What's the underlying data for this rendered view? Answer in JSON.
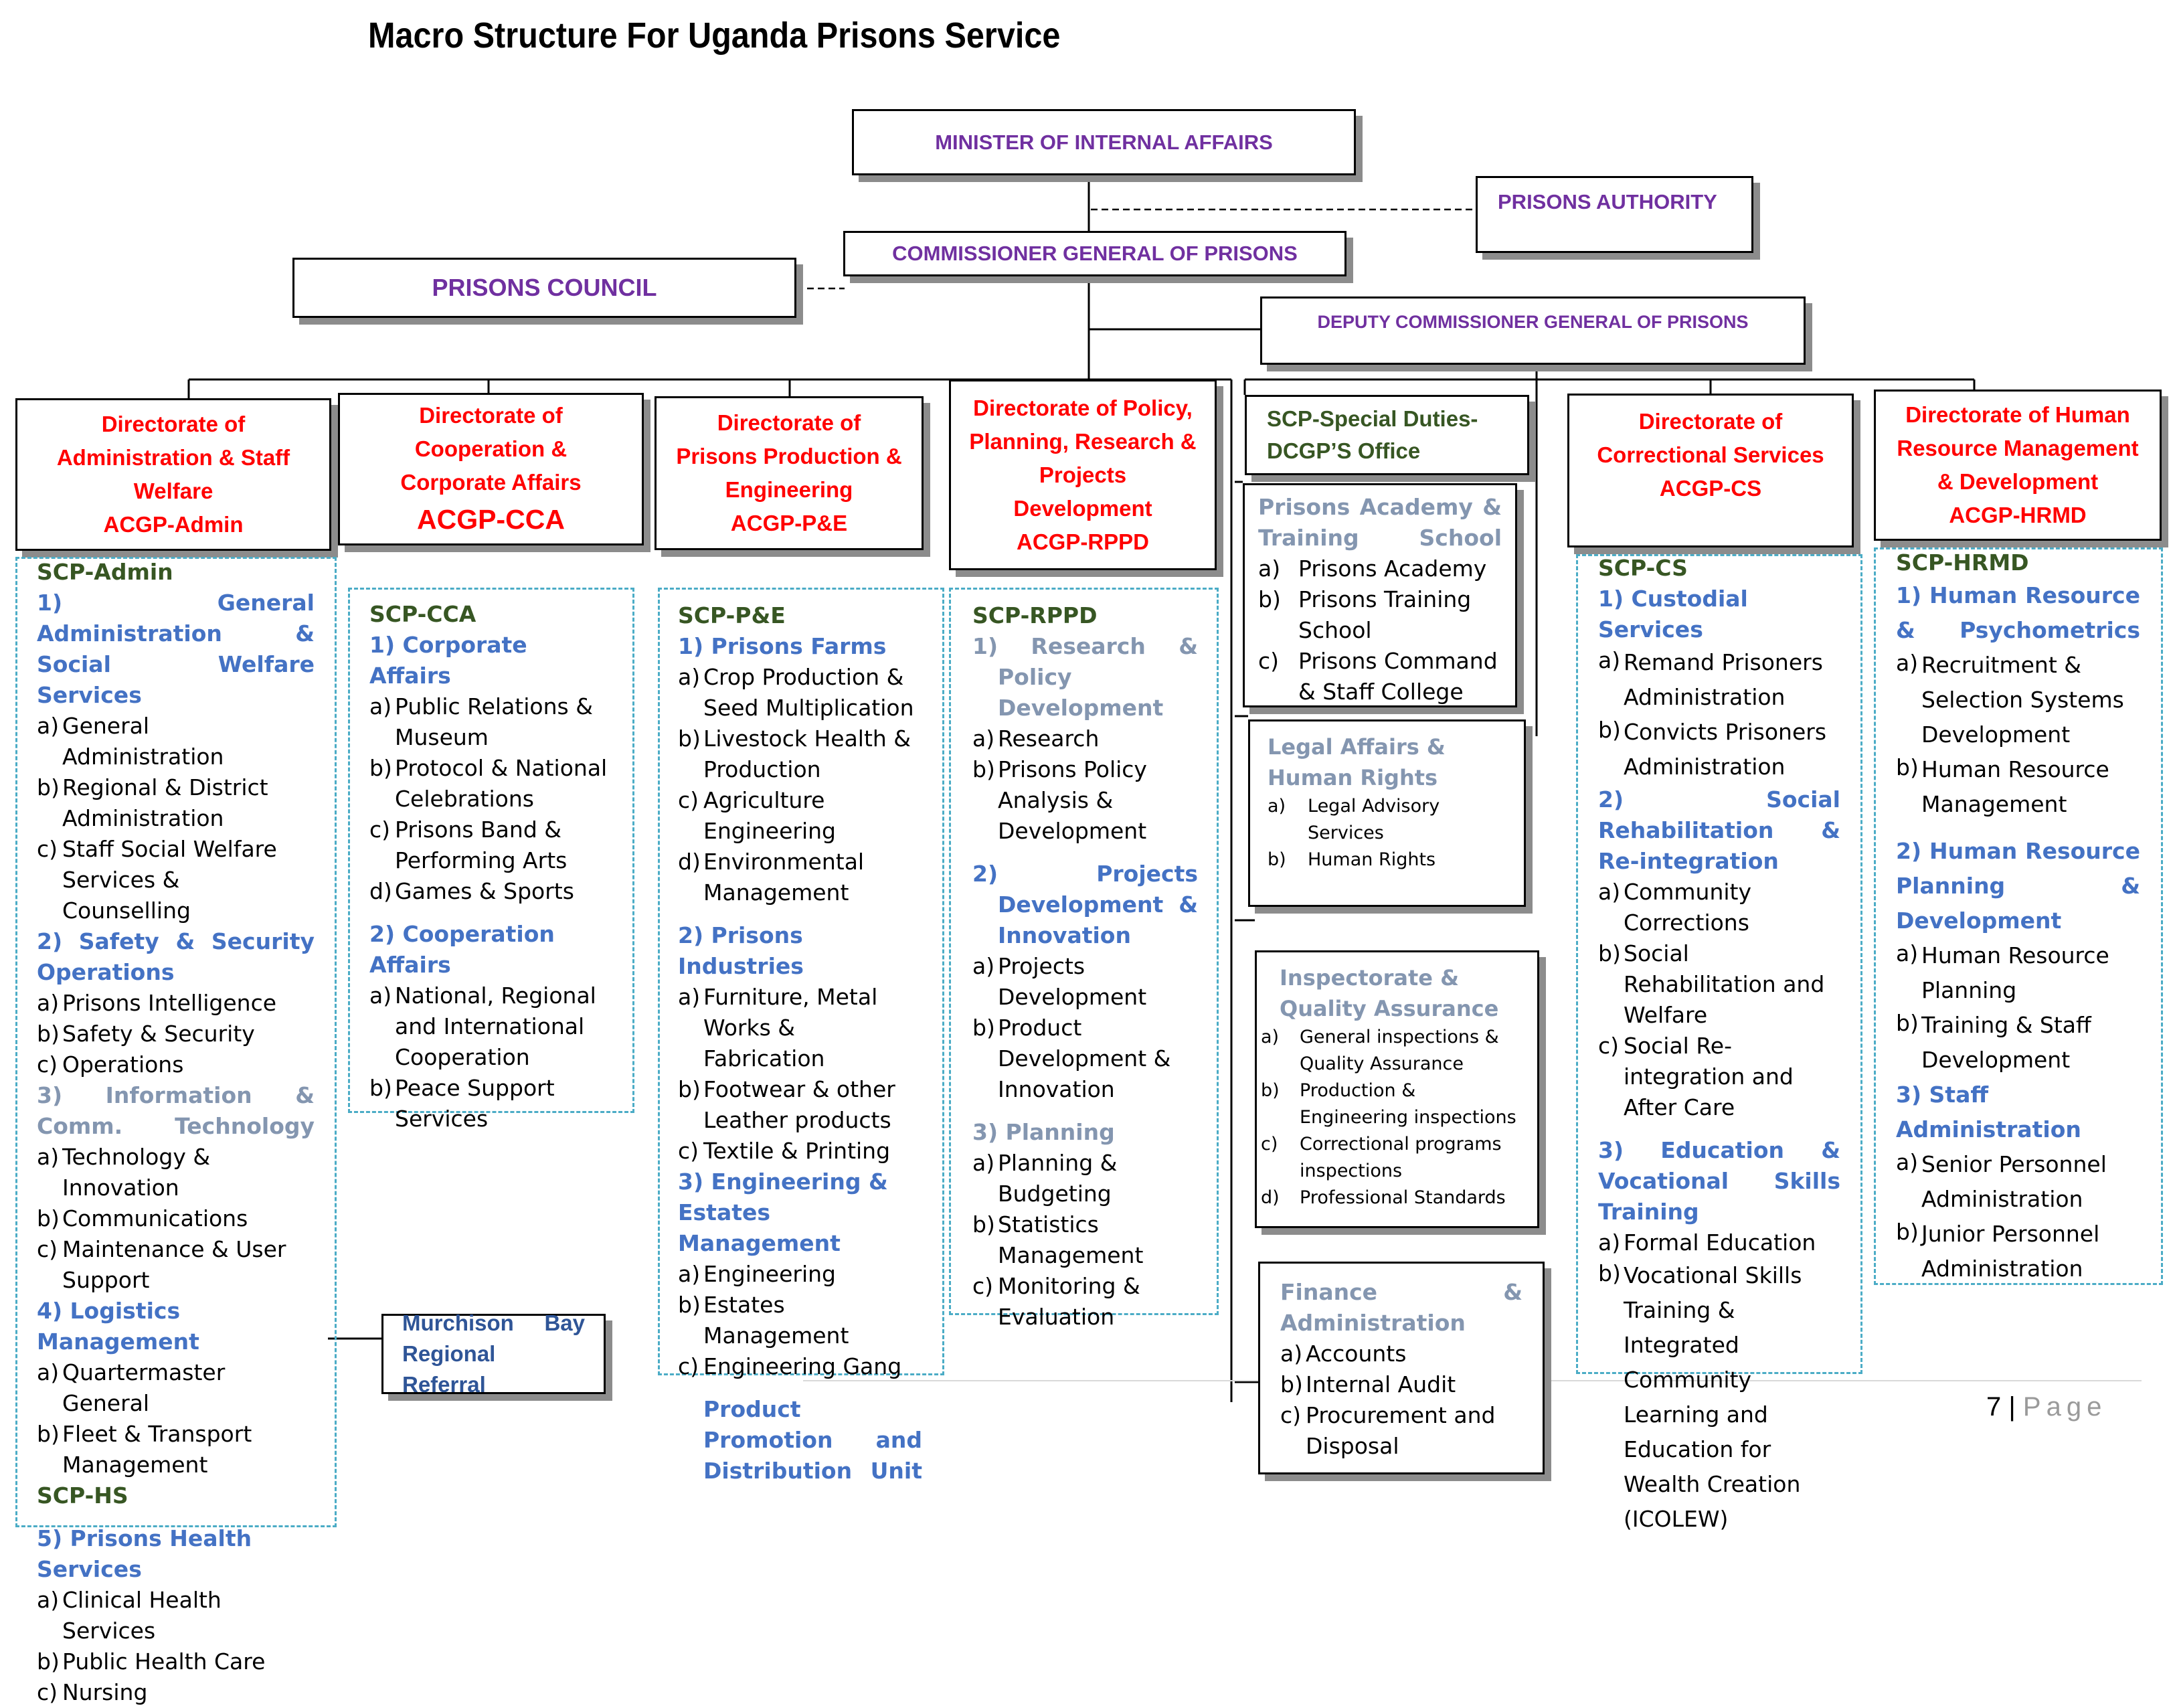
{
  "title": "Macro Structure For Uganda Prisons Service",
  "colors": {
    "purple": "#7030a0",
    "red": "#ff0000",
    "green": "#375623",
    "blue": "#4472c4",
    "grey": "#8496b0",
    "dash": "#4bacc6"
  },
  "top": {
    "minister": "MINISTER OF INTERNAL AFFAIRS",
    "authority": "PRISONS AUTHORITY",
    "cgp": "COMMISSIONER GENERAL OF PRISONS",
    "council": "PRISONS COUNCIL",
    "dcgp": "DEPUTY COMMISSIONER GENERAL OF PRISONS"
  },
  "dirs": {
    "admin": {
      "l1": "Directorate of",
      "l2": "Administration & Staff",
      "l3": "Welfare",
      "code": "ACGP-Admin"
    },
    "cca": {
      "l1": "Directorate of",
      "l2": "Cooperation &",
      "l3": "Corporate Affairs",
      "code": "ACGP-CCA"
    },
    "pe": {
      "l1": "Directorate of",
      "l2": "Prisons Production &",
      "l3": "Engineering",
      "code": "ACGP-P&E"
    },
    "rppd": {
      "l1": "Directorate of Policy,",
      "l2": "Planning, Research &",
      "l3": "Projects",
      "l4": "Development",
      "code": "ACGP-RPPD"
    },
    "scp": {
      "l1": "SCP-Special Duties-",
      "l2": "DCGP’S Office"
    },
    "cs": {
      "l1": "Directorate of",
      "l2": "Correctional Services",
      "code": "ACGP-CS"
    },
    "hrmd": {
      "l1": "Directorate of Human",
      "l2": "Resource Management",
      "l3": "& Development",
      "code": "ACGP-HRMD"
    }
  },
  "admin": {
    "scp": "SCP-Admin",
    "s1": "1) General Administration & Social Welfare Services",
    "s1a": "General Administration",
    "s1b": "Regional & District Administration",
    "s1c": "Staff Social Welfare Services & Counselling",
    "s2": "2) Safety & Security Operations",
    "s2a": "Prisons Intelligence",
    "s2b": "Safety & Security",
    "s2c": "Operations",
    "s3": "3) Information & Comm. Technology",
    "s3a": "Technology & Innovation",
    "s3b": "Communications",
    "s3c": "Maintenance & User Support",
    "s4": "4) Logistics Management",
    "s4a": "Quartermaster General",
    "s4b": "Fleet & Transport Management",
    "hs": "SCP-HS",
    "s5": "5) Prisons Health Services",
    "s5a": "Clinical Health Services",
    "s5b": "Public Health Care",
    "s5c": "Nursing",
    "murchison": "Murchison Bay Regional Referral"
  },
  "cca": {
    "scp": "SCP-CCA",
    "s1": "1) Corporate Affairs",
    "s1a": "Public Relations & Museum",
    "s1b": "Protocol & National Celebrations",
    "s1c": "Prisons Band & Performing Arts",
    "s1d": "Games & Sports",
    "s2": "2) Cooperation Affairs",
    "s2a": "National, Regional and International Cooperation",
    "s2b": "Peace Support Services"
  },
  "pe": {
    "scp": "SCP-P&E",
    "s1": "1) Prisons Farms",
    "s1a": "Crop Production & Seed Multiplication",
    "s1b": "Livestock Health & Production",
    "s1c": "Agriculture Engineering",
    "s1d": "Environmental Management",
    "s2": "2) Prisons Industries",
    "s2a": "Furniture, Metal Works & Fabrication",
    "s2b": "Footwear & other Leather products",
    "s2c": "Textile & Printing",
    "s3": "3) Engineering & Estates Management",
    "s3a": "Engineering",
    "s3b": "Estates Management",
    "s3c": "Engineering Gang",
    "unit": "Product Promotion and Distribution Unit"
  },
  "rppd": {
    "scp": "SCP-RPPD",
    "s1": "1) Research & Policy Development",
    "s1a": "Research",
    "s1b": "Prisons Policy Analysis & Development",
    "s2": "2) Projects Development & Innovation",
    "s2a": "Projects Development",
    "s2b": "Product Development & Innovation",
    "s3": "3) Planning",
    "s3a": "Planning & Budgeting",
    "s3b": "Statistics Management",
    "s3c": "Monitoring & Evaluation"
  },
  "special": {
    "academy": {
      "title": "Prisons Academy & Training School",
      "a": "Prisons Academy",
      "b": "Prisons Training School",
      "c": "Prisons Command & Staff College"
    },
    "legal": {
      "title": "Legal Affairs & Human Rights",
      "a": "Legal Advisory Services",
      "b": "Human Rights"
    },
    "inspect": {
      "title": "Inspectorate & Quality Assurance",
      "a": "General inspections & Quality Assurance",
      "b": "Production & Engineering inspections",
      "c": "Correctional programs inspections",
      "d": "Professional Standards"
    },
    "finance": {
      "title": "Finance & Administration",
      "a": "Accounts",
      "b": "Internal Audit",
      "c": "Procurement and Disposal"
    }
  },
  "cs": {
    "scp": "SCP-CS",
    "s1": "1) Custodial Services",
    "s1a": "Remand Prisoners Administration",
    "s1b": "Convicts Prisoners Administration",
    "s2": "2) Social Rehabilitation & Re-integration",
    "s2a": "Community Corrections",
    "s2b": "Social Rehabilitation and Welfare",
    "s2c": "Social Re-integration and After Care",
    "s3": "3) Education & Vocational Skills Training",
    "s3a": "Formal Education",
    "s3b": "Vocational Skills Training & Integrated Community Learning and Education for Wealth Creation (ICOLEW)"
  },
  "hrmd": {
    "scp": "SCP-HRMD",
    "s1": "1) Human Resource & Psychometrics",
    "s1a": "Recruitment & Selection Systems Development",
    "s1b": "Human Resource Management",
    "s2": "2) Human Resource Planning & Development",
    "s2a": "Human Resource Planning",
    "s2b": "Training & Staff Development",
    "s3": "3) Staff Administration",
    "s3a": "Senior Personnel Administration",
    "s3b": "Junior Personnel Administration"
  },
  "markers": {
    "a": "a)",
    "b": "b)",
    "c": "c)",
    "d": "d)"
  },
  "footer": {
    "num": "7",
    "sep": "|",
    "word": "Page"
  }
}
